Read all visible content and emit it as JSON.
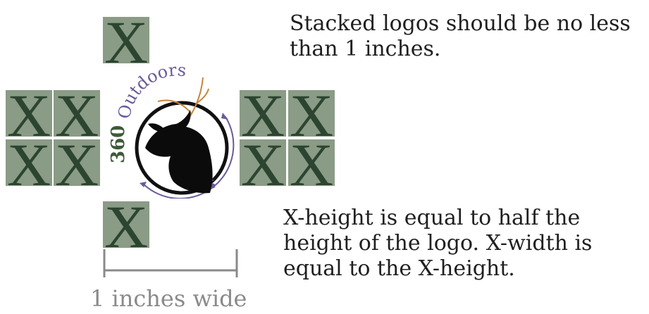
{
  "box_glyph": "X",
  "notes": {
    "top": "Stacked logos should be no less than 1 inches.",
    "bottom": "X-height is equal to half the height of the logo. X-width is equal to the X-height."
  },
  "logo": {
    "text_outdoors": "Outdoors",
    "text_360": "360"
  },
  "measure": {
    "label": "1 inches wide"
  },
  "colors": {
    "box_fill": "#8a9b86",
    "glyph": "#2c4530",
    "logo_green": "#3e5a3a",
    "logo_purple": "#6a5a9a",
    "antler": "#c8843c",
    "measure_gray": "#8a8a8a"
  }
}
